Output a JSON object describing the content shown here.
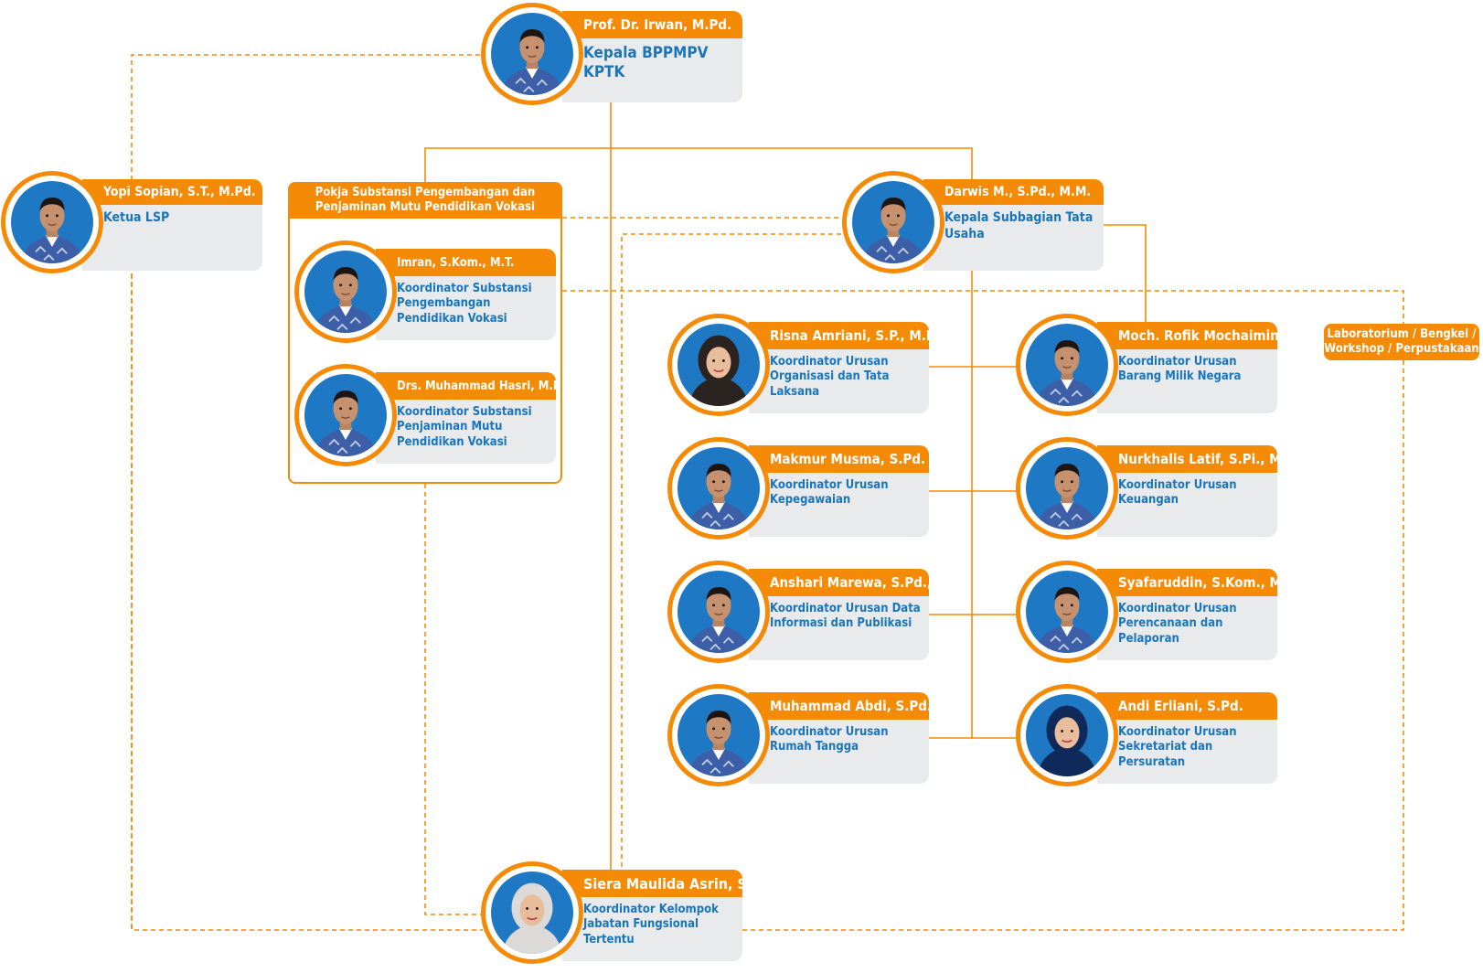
{
  "colors": {
    "accent": "#f58a07",
    "role_text": "#1a75bb",
    "info_bg": "#e9eaec",
    "photo_bg": "#1f78c4"
  },
  "head": {
    "name": "Prof. Dr. Irwan, M.Pd.",
    "role": "Kepala BPPMPV KPTK"
  },
  "lsp": {
    "name": "Yopi Sopian, S.T., M.Pd.",
    "role": "Ketua LSP"
  },
  "pokja": {
    "title": "Pokja Substansi Pengembangan dan Penjaminan Mutu Pendidikan Vokasi",
    "members": [
      {
        "name": "Imran, S.Kom., M.T.",
        "role": "Koordinator Substansi Pengembangan Pendidikan Vokasi"
      },
      {
        "name": "Drs. Muhammad Hasri, M.Hum.",
        "role": "Koordinator Substansi Penjaminan Mutu Pendidikan Vokasi"
      }
    ]
  },
  "tu": {
    "name": "Darwis M., S.Pd., M.M.",
    "role": "Kepala Subbagian Tata Usaha"
  },
  "lab": {
    "label": "Laboratorium / Bengkel / Workshop / Perpustakaan"
  },
  "koordinator": [
    {
      "name": "Risna Amriani, S.P., M.Pd.",
      "role": "Koordinator Urusan Organisasi dan Tata Laksana",
      "photo": "woman-hijab-dark"
    },
    {
      "name": "Moch. Rofik Mochaimin, S.T.",
      "role": "Koordinator Urusan Barang Milik Negara",
      "photo": "man"
    },
    {
      "name": "Makmur Musma, S.Pd.",
      "role": "Koordinator Urusan Kepegawaian",
      "photo": "man"
    },
    {
      "name": "Nurkhalis Latif, S.Pi., M.Si.",
      "role": "Koordinator Urusan Keuangan",
      "photo": "man"
    },
    {
      "name": "Anshari Marewa, S.Pd., M.M.",
      "role": "Koordinator Urusan Data Informasi dan Publikasi",
      "photo": "man"
    },
    {
      "name": "Syafaruddin, S.Kom., M.T.",
      "role": "Koordinator Urusan Perencanaan dan Pelaporan",
      "photo": "man"
    },
    {
      "name": "Muhammad Abdi, S.Pd.",
      "role": "Koordinator Urusan Rumah Tangga",
      "photo": "man"
    },
    {
      "name": "Andi Erliani, S.Pd.",
      "role": "Koordinator Urusan Sekretariat dan Persuratan",
      "photo": "woman-hijab-navy"
    }
  ],
  "jft": {
    "name": "Siera Maulida Asrin, S.T.",
    "role": "Koordinator Kelompok Jabatan Fungsional Tertentu"
  }
}
